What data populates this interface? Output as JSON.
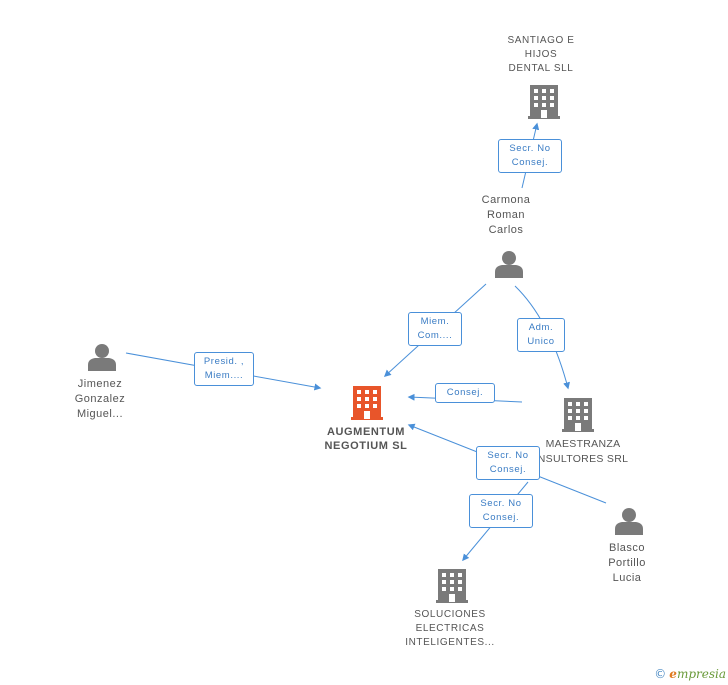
{
  "nodes": {
    "santiago": {
      "label": "SANTIAGO E\nHIJOS\nDENTAL SLL",
      "type": "company"
    },
    "carmona": {
      "label": "Carmona\nRoman\nCarlos",
      "type": "person"
    },
    "jimenez": {
      "label": "Jimenez\nGonzalez\nMiguel...",
      "type": "person"
    },
    "augmentum": {
      "label": "AUGMENTUM\nNEGOTIUM SL",
      "type": "company-main"
    },
    "maestranza": {
      "label": "MAESTRANZA\nNSULTORES SRL",
      "type": "company"
    },
    "blasco": {
      "label": "Blasco\nPortillo\nLucia",
      "type": "person"
    },
    "soluciones": {
      "label": "SOLUCIONES\nELECTRICAS\nINTELIGENTES...",
      "type": "company"
    }
  },
  "relations": {
    "carmona_santiago": "Secr. No\nConsej.",
    "carmona_augmentum": "Miem.\nCom....",
    "carmona_maestranza": "Adm.\nUnico",
    "jimenez_augmentum": "Presid. ,\nMiem....",
    "maestranza_augmentum": "Consej.",
    "blasco_augmentum": "Secr. No\nConsej.",
    "blasco_soluciones": "Secr. No\nConsej."
  },
  "colors": {
    "edge": "#4a90d9",
    "icon": "#7a7a7a",
    "main_icon": "#e8552a"
  },
  "footer": {
    "copyright_symbol": "©",
    "brand_initial": "e",
    "brand_rest": "mpresia"
  }
}
